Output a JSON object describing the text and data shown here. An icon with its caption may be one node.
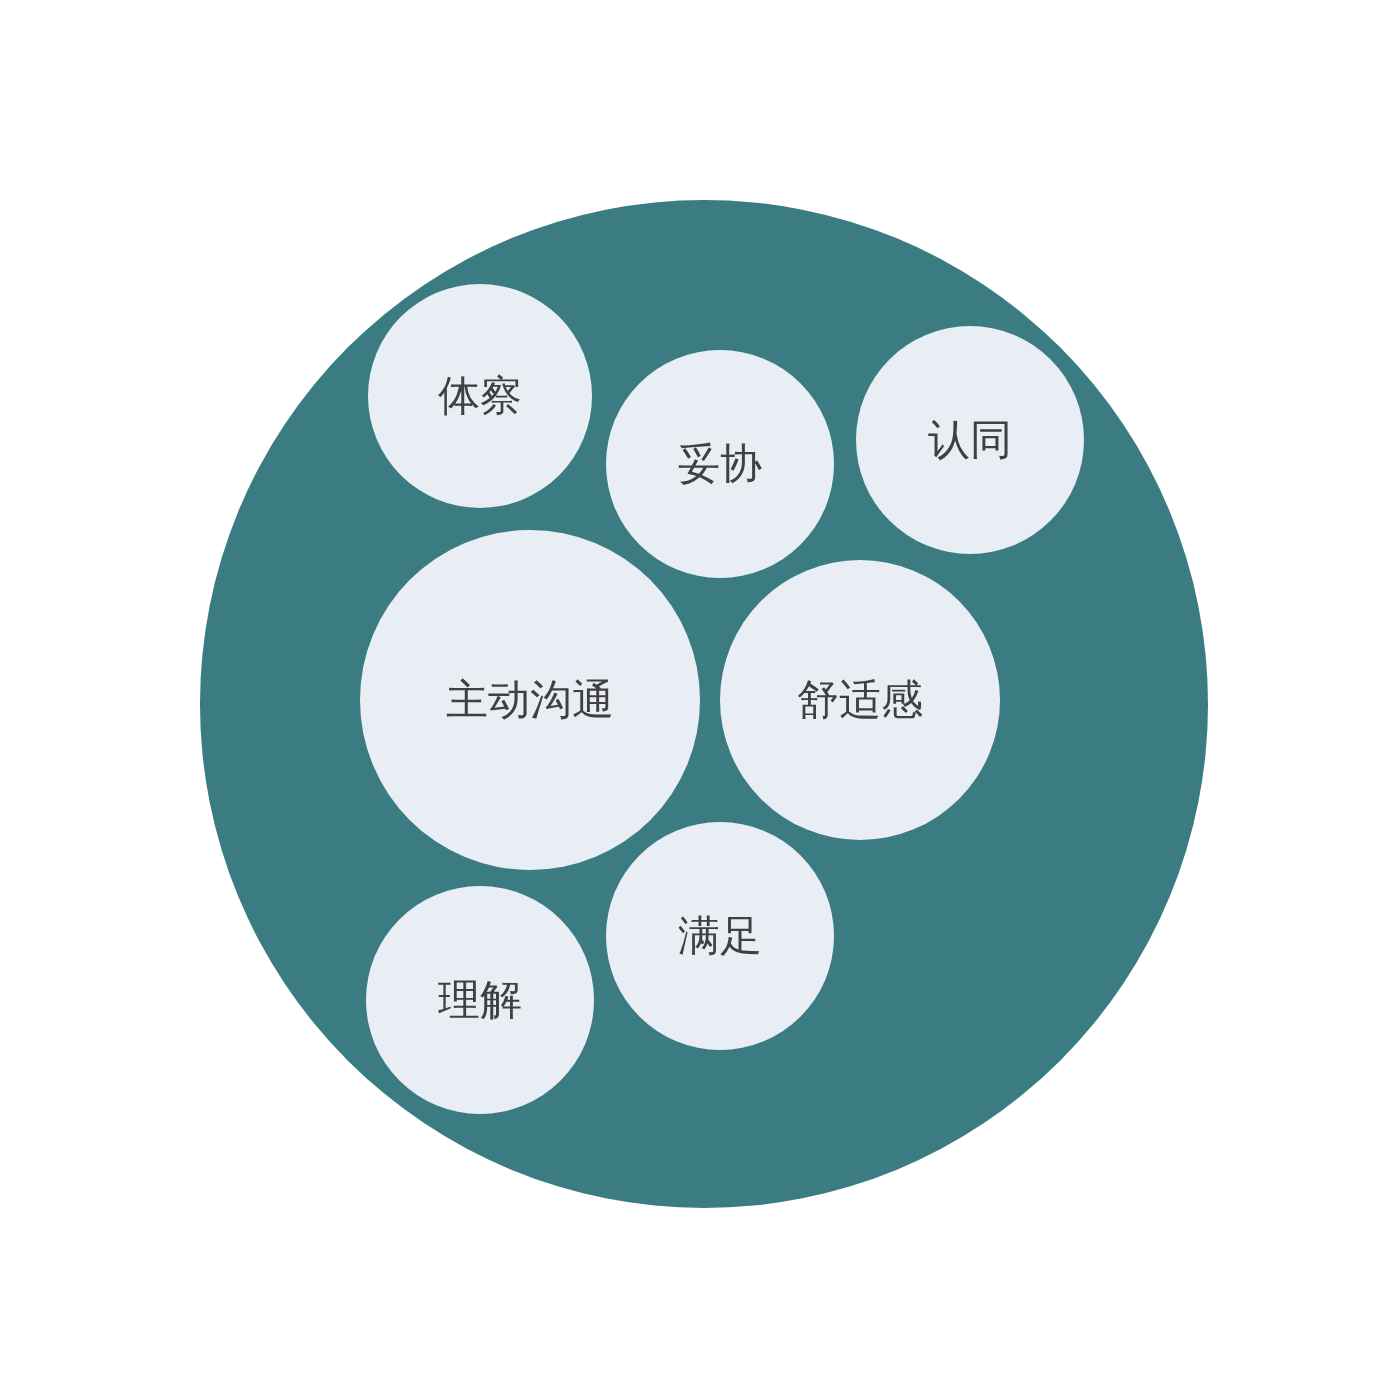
{
  "diagram": {
    "nodes": [
      {
        "text": [],
        "shape": "circle"
      },
      {
        "text": [
          "体察"
        ],
        "in": 0
      },
      {
        "text": [
          "妥协"
        ],
        "in": 0
      },
      {
        "text": [
          "认同"
        ],
        "in": 0
      },
      {
        "text": [
          "主动沟通"
        ],
        "in": 0
      },
      {
        "text": [
          "舒适感"
        ],
        "in": 0
      },
      {
        "text": [
          "满足"
        ],
        "in": 0
      },
      {
        "text": [
          "理解"
        ],
        "in": 0
      }
    ]
  }
}
